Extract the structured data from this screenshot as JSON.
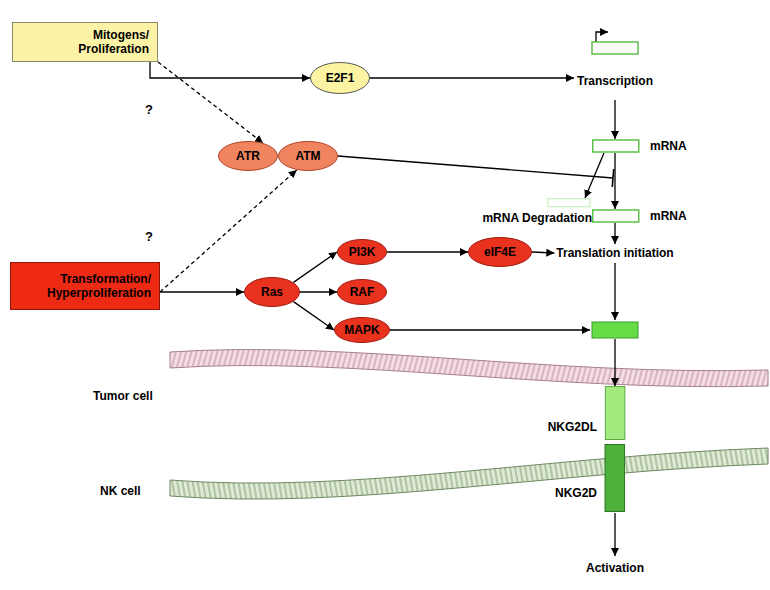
{
  "diagram": {
    "nodes": [
      {
        "text": [
          "Mitogens/ Proliferation"
        ]
      },
      {
        "text": [
          "E2F1"
        ]
      },
      {
        "text": [
          "ATR"
        ]
      },
      {
        "text": [
          "ATM"
        ]
      },
      {
        "text": [
          "Transcription"
        ]
      },
      {
        "text": [
          "mRNA"
        ]
      },
      {
        "text": [
          "mRNA Degradation"
        ]
      },
      {
        "text": [
          "mRNA"
        ]
      },
      {
        "text": [
          "Transformation/ Hyperproliferation"
        ]
      },
      {
        "text": [
          "Ras"
        ]
      },
      {
        "text": [
          "PI3K"
        ]
      },
      {
        "text": [
          "RAF"
        ]
      },
      {
        "text": [
          "MAPK"
        ]
      },
      {
        "text": [
          "eIF4E"
        ]
      },
      {
        "text": [
          "Translation initiation"
        ]
      },
      {
        "text": [
          "NKG2DL"
        ]
      },
      {
        "text": [
          "NKG2D"
        ]
      }
    ],
    "edges": [
      {
        "from": 0,
        "to": 1,
        "arrow": "to"
      },
      {
        "from": 1,
        "to": 4,
        "arrow": "to"
      },
      {
        "from": 4,
        "to": 5,
        "arrow": "to"
      },
      {
        "from": 5,
        "to": 6,
        "arrow": "to"
      },
      {
        "from": 5,
        "to": 7,
        "arrow": "to"
      },
      {
        "from": 7,
        "to": 14,
        "arrow": "to"
      },
      {
        "from": 13,
        "to": 14,
        "arrow": "to"
      },
      {
        "from": 0,
        "to": 2,
        "label": "?",
        "arrow": "to"
      },
      {
        "from": 8,
        "to": 3,
        "label": "?",
        "arrow": "to"
      },
      {
        "from": 8,
        "to": 9,
        "arrow": "to"
      },
      {
        "from": 9,
        "to": 10,
        "arrow": "to"
      },
      {
        "from": 9,
        "to": 11,
        "arrow": "to"
      },
      {
        "from": 9,
        "to": 12,
        "arrow": "to"
      },
      {
        "from": 10,
        "to": 13,
        "arrow": "to"
      }
    ],
    "labels": [
      "Tumor cell",
      "NK cell",
      "Activation"
    ]
  }
}
